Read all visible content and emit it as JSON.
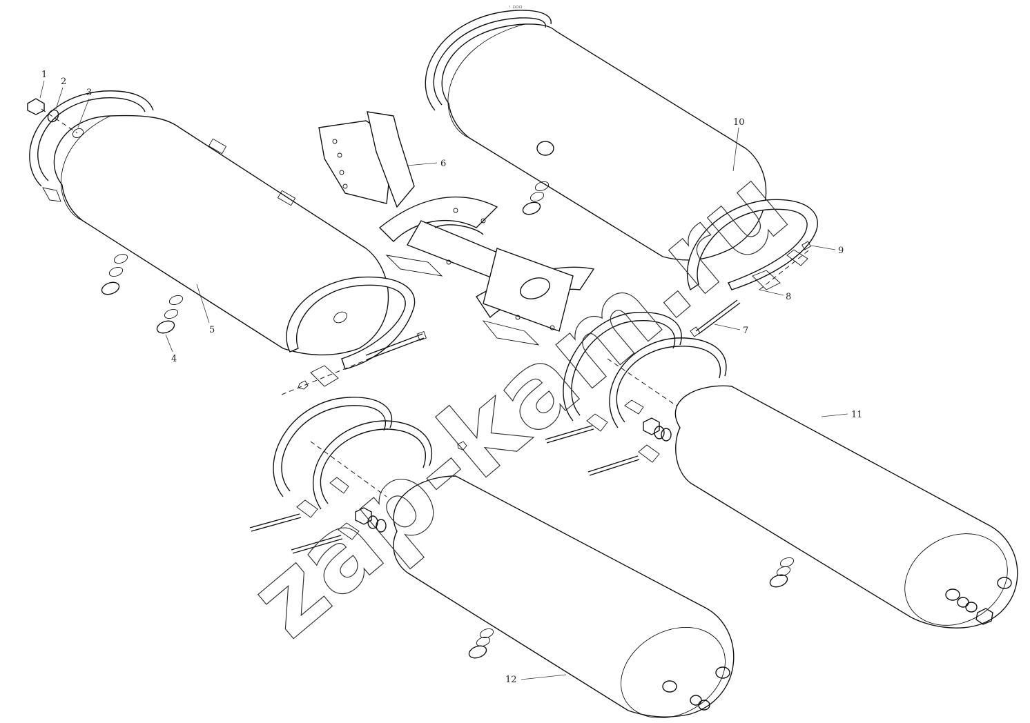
{
  "watermark": "zap-kam.ru",
  "header_mark": "◦ ▫▫▫",
  "callouts": [
    {
      "id": "c1",
      "label": "1"
    },
    {
      "id": "c2",
      "label": "2"
    },
    {
      "id": "c3",
      "label": "3"
    },
    {
      "id": "c4",
      "label": "4"
    },
    {
      "id": "c5",
      "label": "5"
    },
    {
      "id": "c6",
      "label": "6"
    },
    {
      "id": "c7",
      "label": "7"
    },
    {
      "id": "c8",
      "label": "8"
    },
    {
      "id": "c9",
      "label": "9"
    },
    {
      "id": "c10",
      "label": "10"
    },
    {
      "id": "c11",
      "label": "11"
    },
    {
      "id": "c12",
      "label": "12"
    }
  ]
}
